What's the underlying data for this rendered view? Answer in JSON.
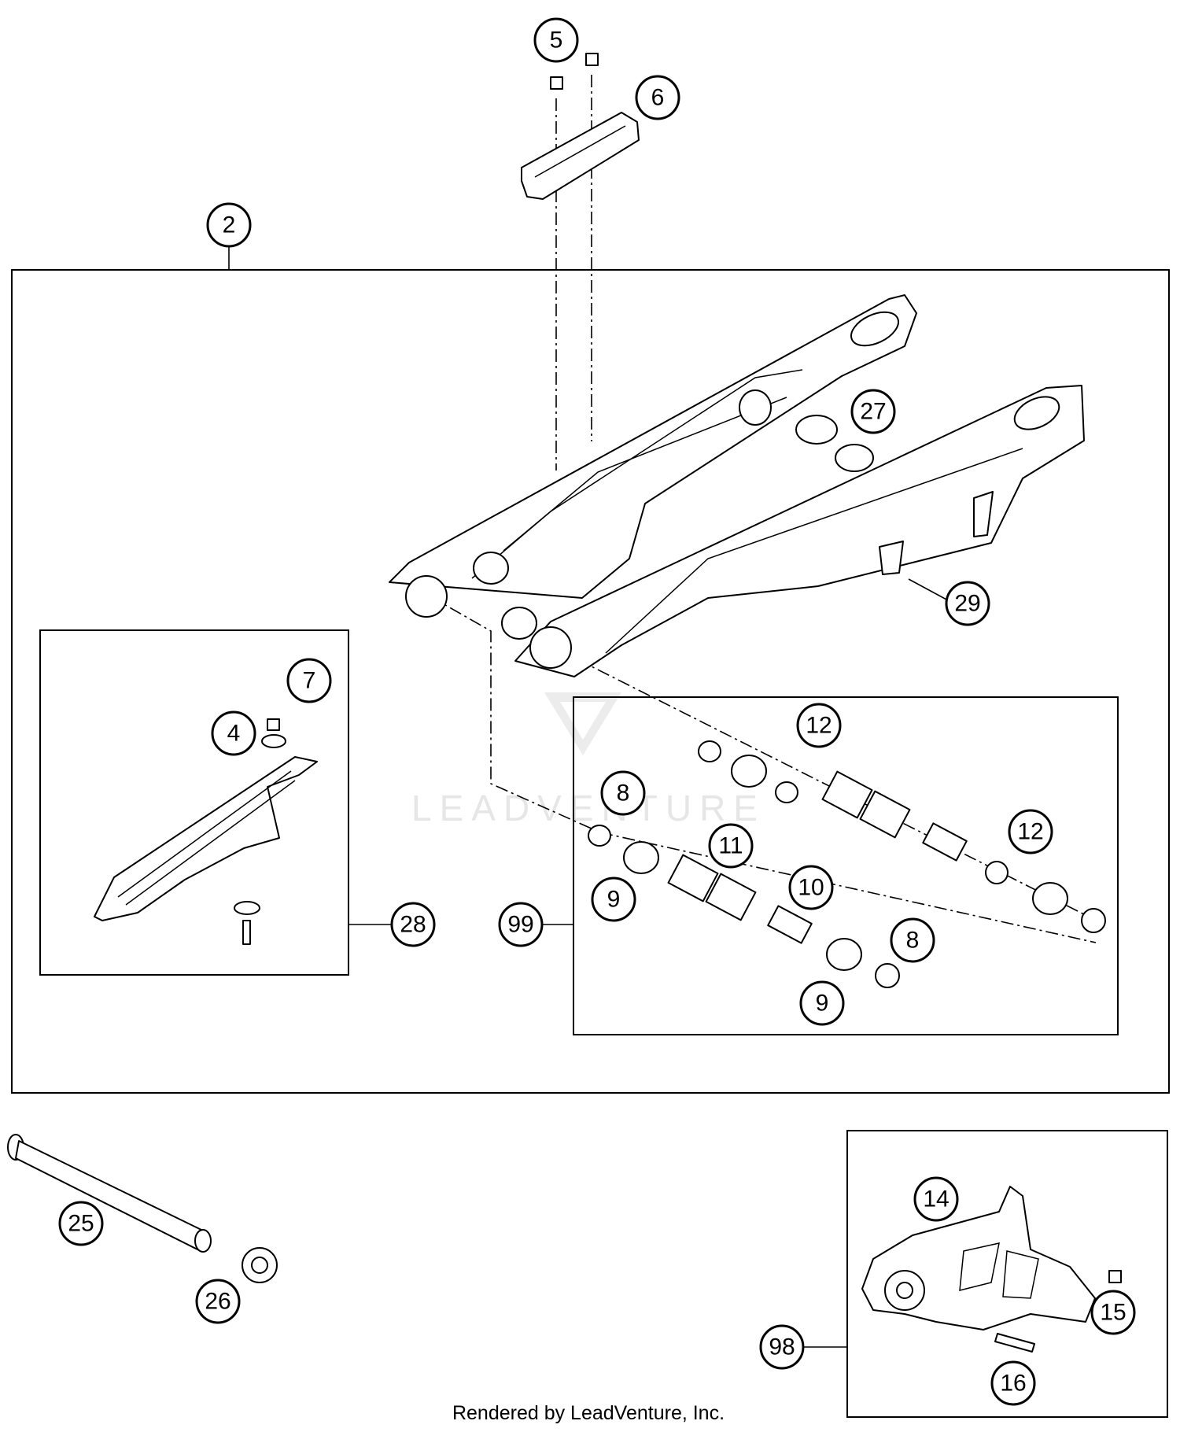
{
  "callouts": [
    {
      "label": "2"
    },
    {
      "label": "4"
    },
    {
      "label": "5"
    },
    {
      "label": "6"
    },
    {
      "label": "7"
    },
    {
      "label": "8"
    },
    {
      "label": "8"
    },
    {
      "label": "9"
    },
    {
      "label": "9"
    },
    {
      "label": "10"
    },
    {
      "label": "11"
    },
    {
      "label": "12"
    },
    {
      "label": "12"
    },
    {
      "label": "14"
    },
    {
      "label": "15"
    },
    {
      "label": "16"
    },
    {
      "label": "25"
    },
    {
      "label": "26"
    },
    {
      "label": "27"
    },
    {
      "label": "28"
    },
    {
      "label": "29"
    },
    {
      "label": "98"
    },
    {
      "label": "99"
    }
  ],
  "watermark": "LEADVENTURE",
  "footer": "Rendered by LeadVenture, Inc."
}
